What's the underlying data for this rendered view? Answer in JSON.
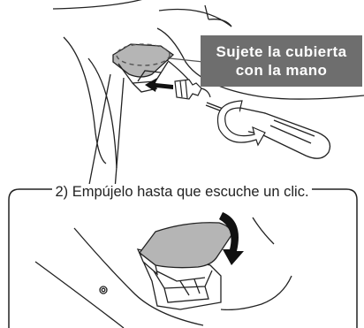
{
  "callout": {
    "line1": "Sujete la cubierta",
    "line2": "con la mano"
  },
  "step2": {
    "caption": "2) Empújelo hasta que escuche un clic."
  },
  "colors": {
    "callout_bg": "#6e6e6e",
    "cover_fill": "#b5b5b5",
    "line": "#222222"
  }
}
